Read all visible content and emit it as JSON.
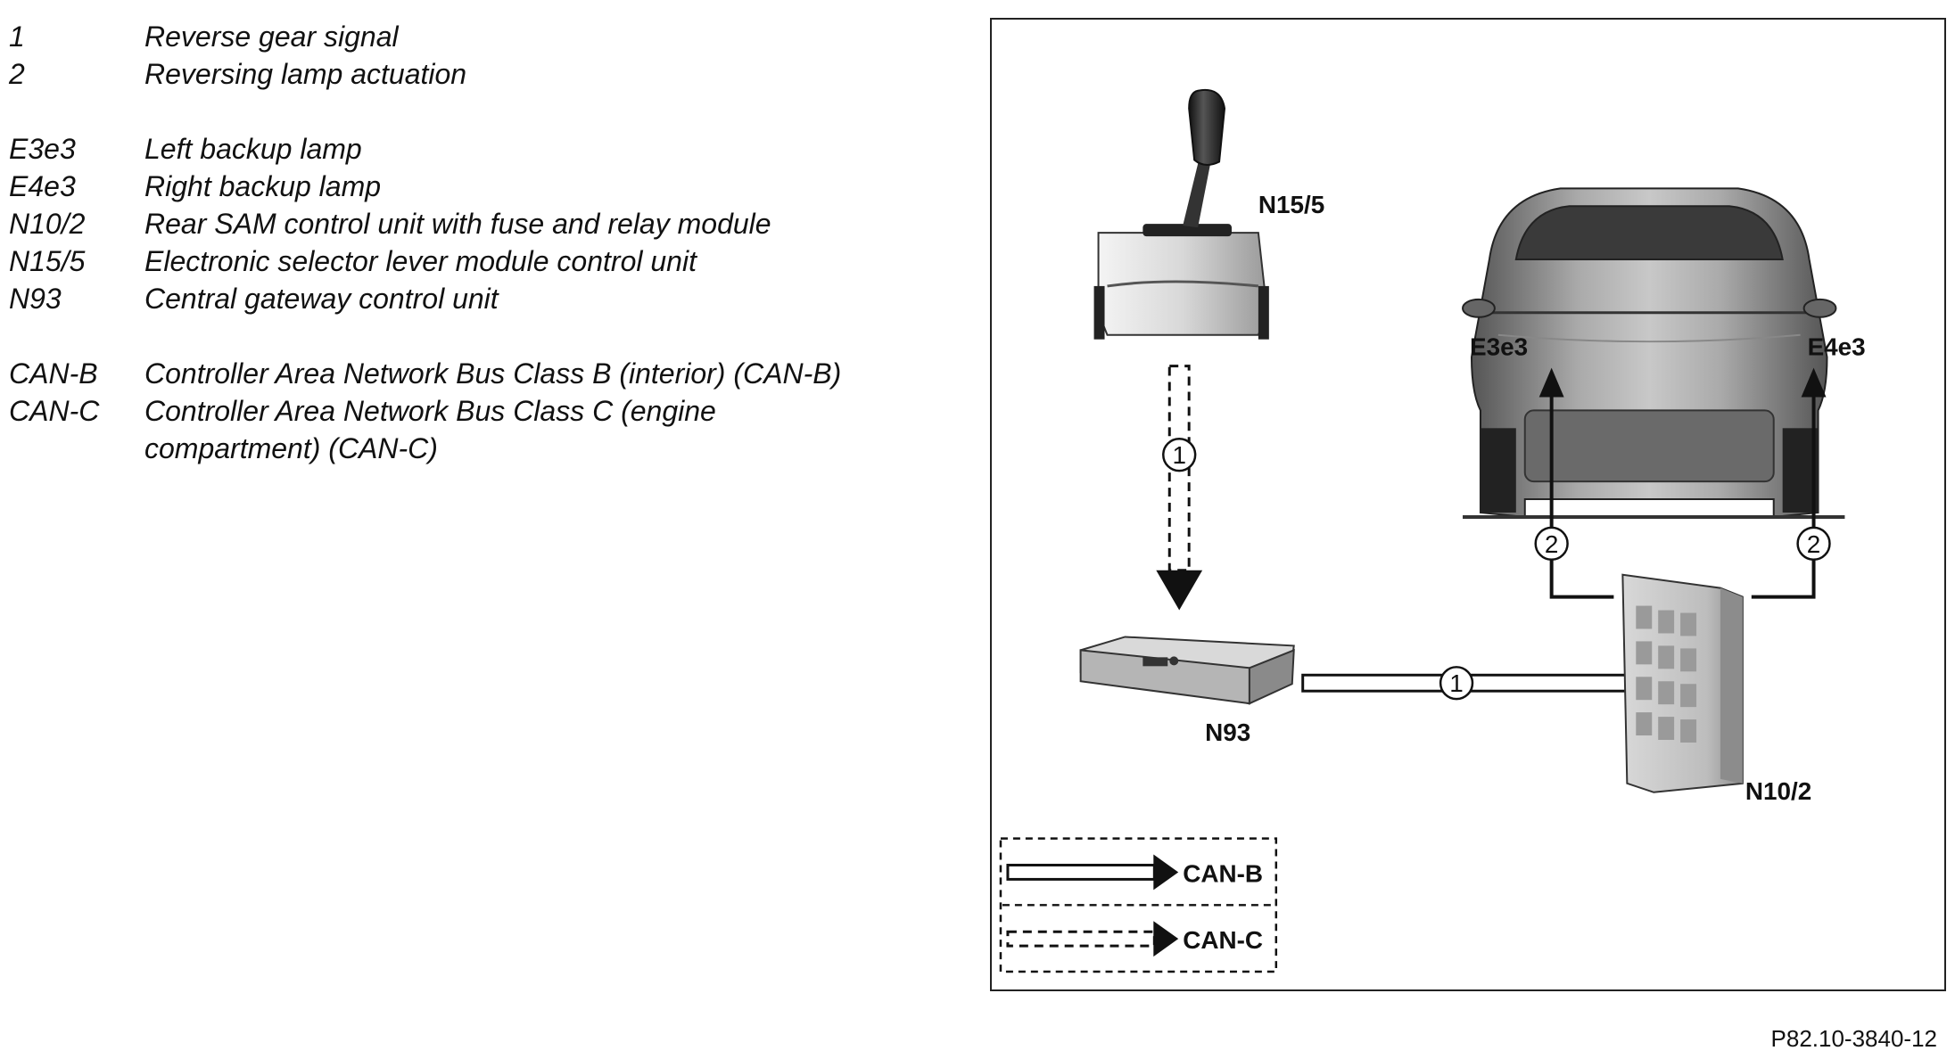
{
  "legend": {
    "signals": [
      {
        "code": "1",
        "desc": "Reverse gear signal"
      },
      {
        "code": "2",
        "desc": "Reversing lamp actuation"
      }
    ],
    "components": [
      {
        "code": "E3e3",
        "desc": "Left backup lamp"
      },
      {
        "code": "E4e3",
        "desc": "Right backup lamp"
      },
      {
        "code": "N10/2",
        "desc": "Rear SAM control unit with fuse and relay module"
      },
      {
        "code": "N15/5",
        "desc": "Electronic selector lever module control unit"
      },
      {
        "code": "N93",
        "desc": "Central gateway control unit"
      }
    ],
    "buses": [
      {
        "code": "CAN-B",
        "desc": "Controller Area Network Bus Class B (interior) (CAN-B)"
      },
      {
        "code": "CAN-C",
        "desc": "Controller Area Network Bus Class C (engine",
        "desc2": "compartment) (CAN-C)"
      }
    ]
  },
  "diagram": {
    "labels": {
      "n15_5": "N15/5",
      "n93": "N93",
      "n10_2": "N10/2",
      "e3e3": "E3e3",
      "e4e3": "E4e3"
    },
    "signal_numbers": {
      "one": "1",
      "two": "2"
    },
    "key": {
      "can_b": "CAN-B",
      "can_c": "CAN-C"
    }
  },
  "figure_id": "P82.10-3840-12"
}
